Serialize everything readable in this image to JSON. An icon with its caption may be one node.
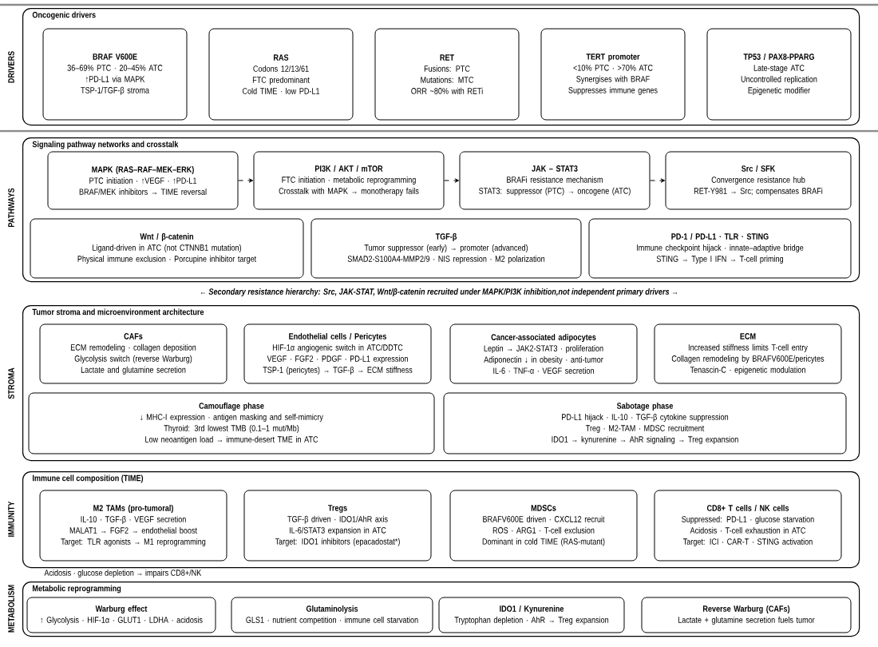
{
  "diagram": {
    "nodes": [
      {
        "text": [
          "Oncogenic drivers"
        ]
      },
      {
        "text": [
          "BRAF V600E",
          "36–69% PTC · 20–45% ATC",
          "↑PD-L1 via MAPK",
          "TSP-1/TGF-β stroma"
        ],
        "in": 0
      },
      {
        "text": [
          "RAS",
          "Codons 12/13/61",
          "FTC predominant",
          "Cold TIME · low PD-L1"
        ],
        "in": 0
      },
      {
        "text": [
          "RET",
          "Fusions: PTC",
          "Mutations: MTC",
          "ORR ~80% with RETi"
        ],
        "in": 0
      },
      {
        "text": [
          "TERT promoter",
          "<10% PTC · >70% ATC",
          "Synergises with BRAF",
          "Suppresses immune genes"
        ],
        "in": 0
      },
      {
        "text": [
          "TP53 / PAX8-PPARG",
          "Late-stage ATC",
          "Uncontrolled replication",
          "Epigenetic modifier"
        ],
        "in": 0
      },
      {
        "text": [
          "Signaling pathway networks and crosstalk"
        ]
      },
      {
        "text": [
          "MAPK (RAS–RAF–MEK–ERK)",
          "PTC initiation · ↑VEGF · ↑PD-L1",
          "BRAF/MEK inhibitors → TIME reversal"
        ],
        "in": 6
      },
      {
        "text": [
          "PI3K / AKT / mTOR",
          "FTC initiation · metabolic reprogramming",
          "Crosstalk with MAPK → monotherapy fails"
        ],
        "in": 6
      },
      {
        "text": [
          "JAK – STAT3",
          "BRAFi resistance mechanism",
          "STAT3: suppressor (PTC) → oncogene (ATC)"
        ],
        "in": 6
      },
      {
        "text": [
          "Src / SFK",
          "Convergence resistance hub",
          "RET-Y981 → Src; compensates BRAFi"
        ],
        "in": 6
      },
      {
        "text": [
          "Wnt / β-catenin",
          "Ligand-driven in ATC (not CTNNB1 mutation)",
          "Physical immune exclusion · Porcupine inhibitor target"
        ],
        "in": 6
      },
      {
        "text": [
          "TGF-β",
          "Tumor suppressor (early) → promoter (advanced)",
          "SMAD2-S100A4-MMP2/9 · NIS repression · M2 polarization"
        ],
        "in": 6
      },
      {
        "text": [
          "PD-1 / PD-L1 · TLR · STING",
          "Immune checkpoint hijack · innate–adaptive bridge",
          "STING → Type I IFN → T-cell priming"
        ],
        "in": 6
      },
      {
        "text": [
          "Tumor stroma and microenvironment architecture"
        ]
      },
      {
        "text": [
          "CAFs",
          "ECM remodeling · collagen deposition",
          "Glycolysis switch (reverse Warburg)",
          "Lactate and glutamine secretion"
        ],
        "in": 14
      },
      {
        "text": [
          "Endothelial cells / Pericytes",
          "HIF-1α angiogenic switch in ATC/DDTC",
          "VEGF · FGF2 · PDGF · PD-L1 expression",
          "TSP-1 (pericytes) → TGF-β → ECM stiffness"
        ],
        "in": 14
      },
      {
        "text": [
          "Cancer-associated adipocytes",
          "Leptin → JAK2-STAT3 · proliferation",
          "Adiponectin ↓ in obesity · anti-tumor",
          "IL-6 · TNF-α · VEGF secretion"
        ],
        "in": 14
      },
      {
        "text": [
          "ECM",
          "Increased stiffness limits T-cell entry",
          "Collagen remodeling by BRAFV600E/pericytes",
          "Tenascin-C · epigenetic modulation"
        ],
        "in": 14
      },
      {
        "text": [
          "Camouflage phase",
          "↓ MHC-I expression · antigen masking and self-mimicry",
          "Thyroid: 3rd lowest TMB (0.1–1 mut/Mb)",
          "Low neoantigen load → immune-desert TME in ATC"
        ],
        "in": 14
      },
      {
        "text": [
          "Sabotage phase",
          "PD-L1 hijack · IL-10 · TGF-β cytokine suppression",
          "Treg · M2-TAM · MDSC recruitment",
          "IDO1 → kynurenine → AhR signaling → Treg expansion"
        ],
        "in": 14
      },
      {
        "text": [
          "Immune cell composition (TIME)"
        ]
      },
      {
        "text": [
          "M2 TAMs (pro-tumoral)",
          "IL-10 · TGF-β · VEGF secretion",
          "MALAT1 → FGF2 → endothelial boost",
          "Target: TLR agonists → M1 reprogramming"
        ],
        "in": 21
      },
      {
        "text": [
          "Tregs",
          "TGF-β driven · IDO1/AhR axis",
          "IL-6/STAT3 expansion in ATC",
          "Target: IDO1 inhibitors (epacadostat*)"
        ],
        "in": 21
      },
      {
        "text": [
          "MDSCs",
          "BRAFV600E driven · CXCL12 recruit",
          "ROS · ARG1 · T-cell exclusion",
          "Dominant in cold TIME (RAS-mutant)"
        ],
        "in": 21
      },
      {
        "text": [
          "CD8+ T cells / NK cells",
          "Suppressed: PD-L1 · glucose starvation",
          "Acidosis · T-cell exhaustion in ATC",
          "Target: ICI · CAR-T · STING activation"
        ],
        "in": 21
      },
      {
        "text": [
          "Metabolic reprogramming"
        ]
      },
      {
        "text": [
          "Warburg effect",
          "↑ Glycolysis · HIF-1α · GLUT1 · LDHA · acidosis"
        ],
        "in": 26
      },
      {
        "text": [
          "Glutaminolysis",
          "GLS1 · nutrient competition · immune cell starvation"
        ],
        "in": 26
      },
      {
        "text": [
          "IDO1 / Kynurenine",
          "Tryptophan depletion · AhR → Treg expansion"
        ],
        "in": 26
      },
      {
        "text": [
          "Reverse Warburg (CAFs)",
          "Lactate + glutamine secretion fuels tumor"
        ],
        "in": 26
      }
    ],
    "edges": [
      {
        "from": 7,
        "to": 8,
        "arrow": "to",
        "style": "dashed"
      },
      {
        "from": 8,
        "to": 9,
        "arrow": "to",
        "style": "dashed"
      },
      {
        "from": 9,
        "to": 10,
        "arrow": "to",
        "style": "dashed"
      }
    ],
    "labels": [
      "DRIVERS",
      "PATHWAYS",
      "← Secondary resistance hierarchy: Src, JAK-STAT, Wnt/β-catenin recruited under MAPK/PI3K inhibition,not independent primary drivers →",
      "STROMA",
      "IMMUNITY",
      "Acidosis · glucose depletion → impairs CD8+/NK",
      "METABOLISM"
    ]
  }
}
